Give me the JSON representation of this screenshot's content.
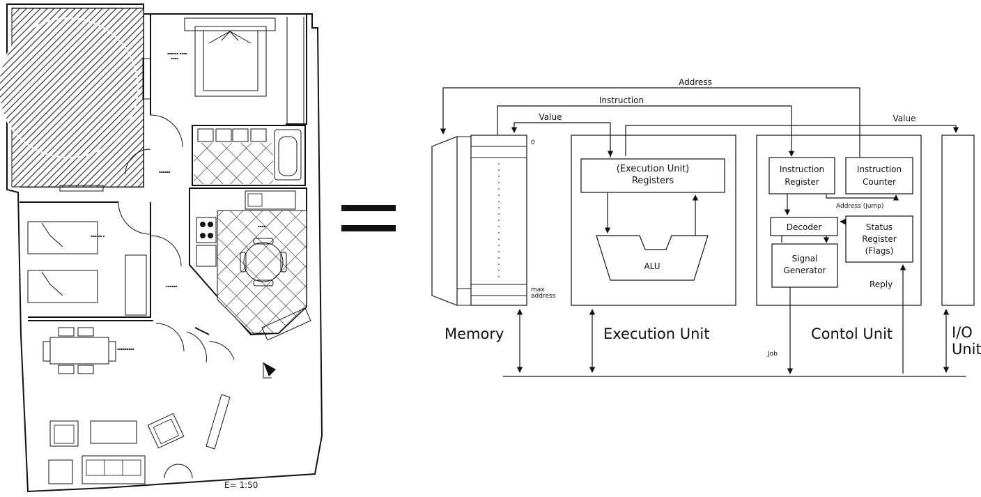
{
  "floor_plan": {
    "scale_label": "E= 1:50"
  },
  "equals_sign": "=",
  "cpu": {
    "memory": {
      "label": "Memory",
      "top_index": "0",
      "bottom_index": "max\naddress"
    },
    "execution_unit": {
      "label": "Execution Unit",
      "registers": "(Execution Unit)\nRegisters",
      "alu": "ALU"
    },
    "control_unit": {
      "label": "Contol Unit",
      "instruction_register": "Instruction\nRegister",
      "instruction_counter": "Instruction\nCounter",
      "decoder": "Decoder",
      "status_register": "Status\nRegister\n(Flags)",
      "signal_generator": "Signal\nGenerator"
    },
    "io_unit": {
      "label": "I/O\nUnit"
    },
    "signals": {
      "address": "Address",
      "instruction": "Instruction",
      "value_left": "Value",
      "value_right": "Value",
      "address_jump": "Address (jump)",
      "reply": "Reply",
      "job": "Job"
    }
  }
}
